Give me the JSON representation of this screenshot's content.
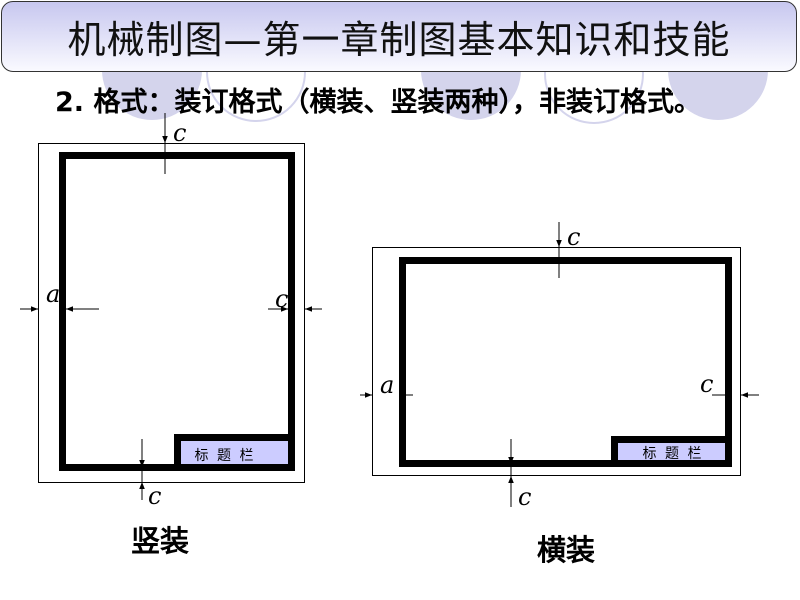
{
  "header": {
    "title": "机械制图—第一章制图基本知识和技能"
  },
  "subtitle": "2. 格式：装订格式（横装、竖装两种），非装订格式。",
  "colors": {
    "title_gradient_top": "#c7c7ef",
    "decor_circle": "#d4d4ec",
    "title_block_fill": "#ccccff",
    "frame": "#000000"
  },
  "diagrams": [
    {
      "id": "vertical",
      "caption": "竖装",
      "title_block_label": "标 题 栏",
      "dimensions": {
        "top": "c",
        "left": "a",
        "right": "c",
        "bottom": "c"
      }
    },
    {
      "id": "horizontal",
      "caption": "横装",
      "title_block_label": "标 题 栏",
      "dimensions": {
        "top": "c",
        "left": "a",
        "right": "c",
        "bottom": "c"
      }
    }
  ]
}
